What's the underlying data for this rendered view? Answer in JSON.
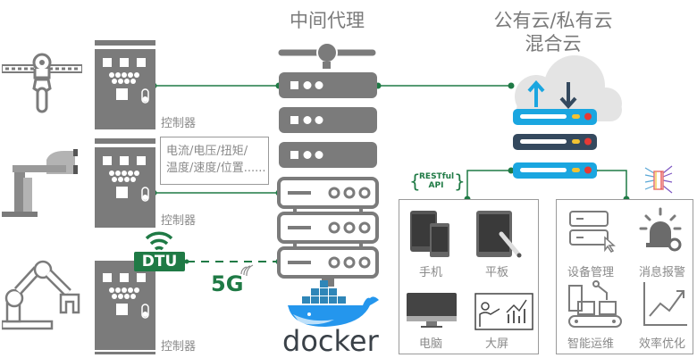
{
  "titles": {
    "proxy": "中间代理",
    "cloud_line1": "公有云/私有云",
    "cloud_line2": "混合云"
  },
  "devices": [
    {
      "name": "gantry-robot",
      "controller_label": "控制器"
    },
    {
      "name": "scara-robot",
      "controller_label": "控制器"
    },
    {
      "name": "articulated-robot",
      "controller_label": "控制器"
    }
  ],
  "data_note": {
    "line1": "电流/电压/扭矩/",
    "line2": "温度/速度/位置......"
  },
  "dtu": {
    "label": "DTU",
    "network": "5G"
  },
  "docker": {
    "label": "docker"
  },
  "api": {
    "line1": "RESTful",
    "line2": "API",
    "braces_open": "{",
    "braces_close": "}"
  },
  "clients": [
    {
      "icon": "phone-icon",
      "label": "手机"
    },
    {
      "icon": "tablet-icon",
      "label": "平板"
    },
    {
      "icon": "computer-icon",
      "label": "电脑"
    },
    {
      "icon": "big-screen-icon",
      "label": "大屏"
    }
  ],
  "services": [
    {
      "icon": "device-management-icon",
      "label": "设备管理"
    },
    {
      "icon": "alarm-icon",
      "label": "消息报警"
    },
    {
      "icon": "smart-maintenance-icon",
      "label": "智能运维"
    },
    {
      "icon": "efficiency-icon",
      "label": "效率优化"
    }
  ],
  "colors": {
    "link_green": "#1f7a45",
    "device_gray": "#7b7b7b",
    "cloud_blue": "#1aa6e0",
    "cloud_navy": "#34495e",
    "docker_blue": "#2496ed"
  }
}
